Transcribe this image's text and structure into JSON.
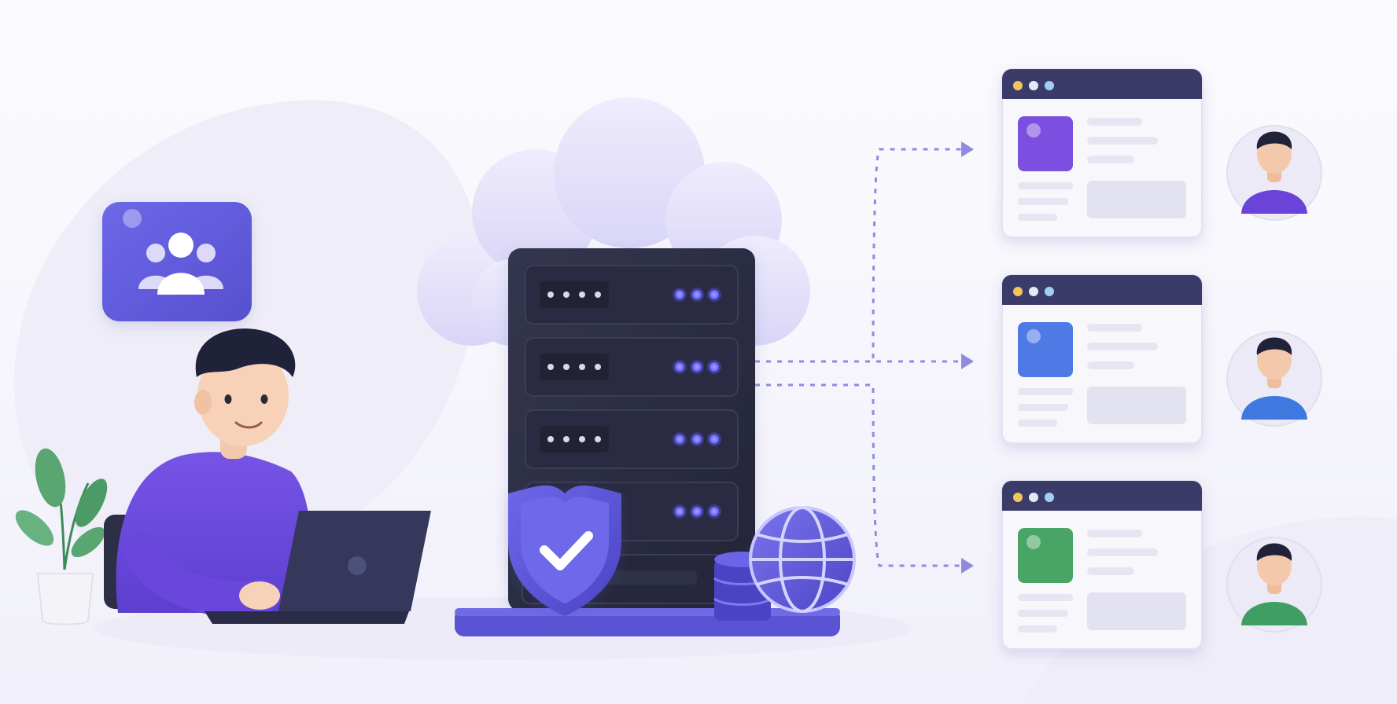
{
  "scene": {
    "icons": {
      "user_group": "users-group-icon",
      "shield": "shield-check-icon",
      "globe": "globe-icon",
      "database": "database-icon",
      "server": "server-rack-icon",
      "cloud": "cloud-icon",
      "laptop": "laptop-icon",
      "plant": "potted-plant-icon"
    },
    "colors": {
      "background": "#f7f6fc",
      "accent": "#5b55d6",
      "server_body": "#2b2d44",
      "server_led": "#6c67ff",
      "cloud": "#e4e1fb",
      "window_header": "#3a3b6b",
      "card1_accent": "#7b4fe0",
      "card2_accent": "#4f7ae6",
      "card3_accent": "#4aa566",
      "avatar1_shirt": "#6a43d8",
      "avatar2_shirt": "#3e79e0",
      "avatar3_shirt": "#3f9f63"
    },
    "client_windows": [
      {
        "id": "client-1",
        "accent": "card1_accent",
        "shirt": "avatar1_shirt"
      },
      {
        "id": "client-2",
        "accent": "card2_accent",
        "shirt": "avatar2_shirt"
      },
      {
        "id": "client-3",
        "accent": "card3_accent",
        "shirt": "avatar3_shirt"
      }
    ],
    "server_units": 4
  }
}
